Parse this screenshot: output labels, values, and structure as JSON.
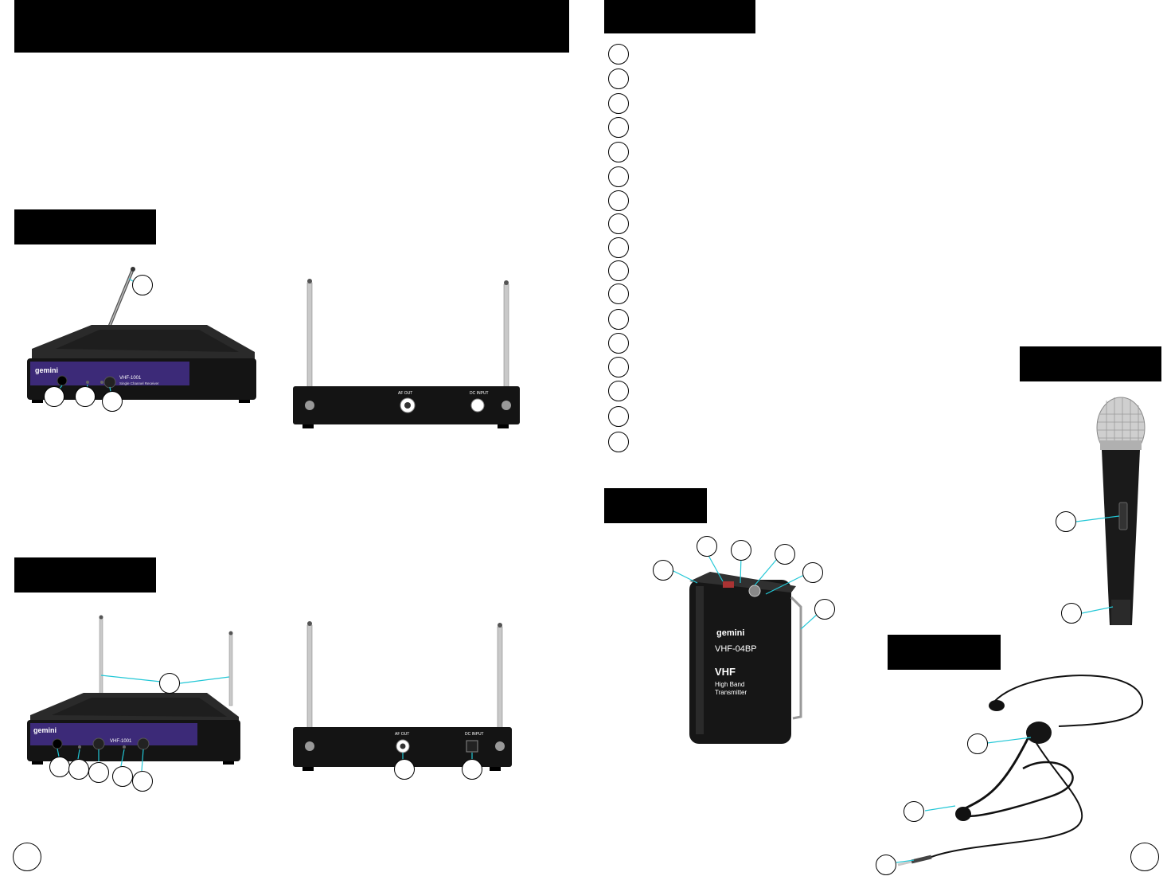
{
  "colors": {
    "header_bg": "#000000",
    "device_body": "#1b1b1b",
    "device_panel": "#3c2a78",
    "leader_line": "#22c7d6"
  },
  "receiver_single": {
    "front_brand": "gemini",
    "front_model": "VHF-1001",
    "front_desc": "Single Channel Receiver",
    "back_af_out": "AF OUT",
    "back_dc_input": "DC INPUT"
  },
  "receiver_dual": {
    "front_brand": "gemini",
    "front_model": "VHF-1001",
    "back_af_out": "AF OUT",
    "back_dc_input": "DC INPUT"
  },
  "bodypack": {
    "brand": "gemini",
    "model": "VHF-04BP",
    "line1": "VHF",
    "line2": "High Band",
    "line3": "Transmitter"
  }
}
